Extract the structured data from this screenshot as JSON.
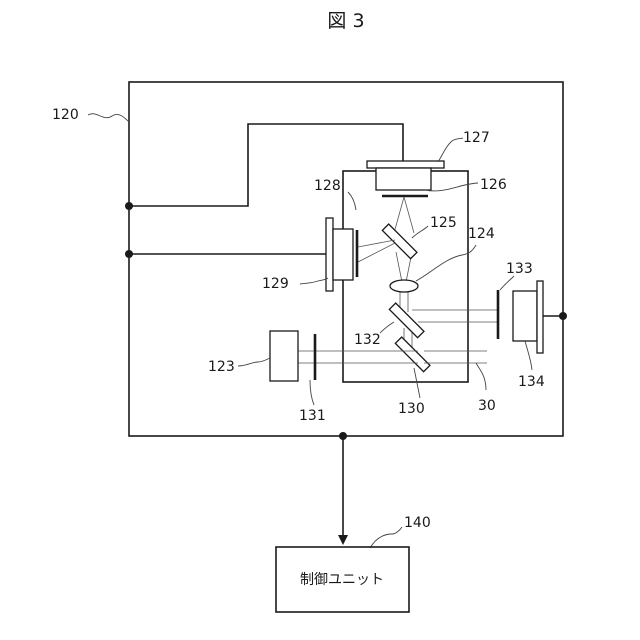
{
  "figure": {
    "title": "図 3"
  },
  "labels": {
    "l120": "120",
    "l127": "127",
    "l126": "126",
    "l128": "128",
    "l125": "125",
    "l124": "124",
    "l129": "129",
    "l133": "133",
    "l132": "132",
    "l123": "123",
    "l134": "134",
    "l131": "131",
    "l130": "130",
    "l30": "30",
    "l140": "140"
  },
  "control_unit": {
    "label": "制御ユニット"
  }
}
